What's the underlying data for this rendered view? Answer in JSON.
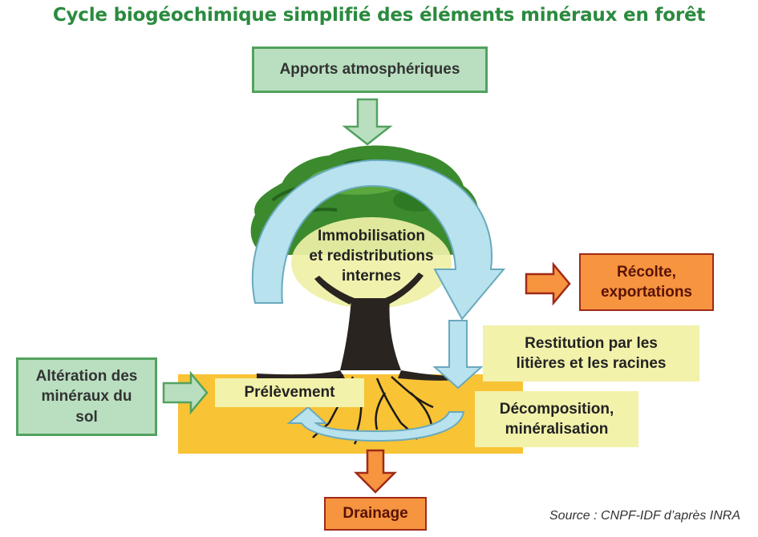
{
  "title": "Cycle biogéochimique simplifié des éléments minéraux en forêt",
  "labels": {
    "apports": "Apports atmosphériques",
    "immobilisation": "Immobilisation\net redistributions\ninternes",
    "recolte": "Récolte,\nexportations",
    "restitution": "Restitution par les\nlitières et les racines",
    "alteration": "Altération des\nminéraux du\nsol",
    "prelevement": "Prélèvement",
    "decomposition": "Décomposition,\nminéralisation",
    "drainage": "Drainage"
  },
  "source": "Source : CNPF-IDF d’après INRA",
  "colors": {
    "title_green": "#2a8a3e",
    "box_green_fill": "#b9dfc0",
    "box_green_border": "#52a25f",
    "box_orange_fill": "#f6943f",
    "box_orange_border": "#a02a18",
    "box_yellow_fill": "#f2f2ab",
    "soil_fill": "#f8c335",
    "cycle_arrow_fill": "#b7e2ee",
    "cycle_arrow_border": "#6aa9bd",
    "tree_foliage": "#3b8a2e",
    "tree_trunk": "#2a2420"
  }
}
